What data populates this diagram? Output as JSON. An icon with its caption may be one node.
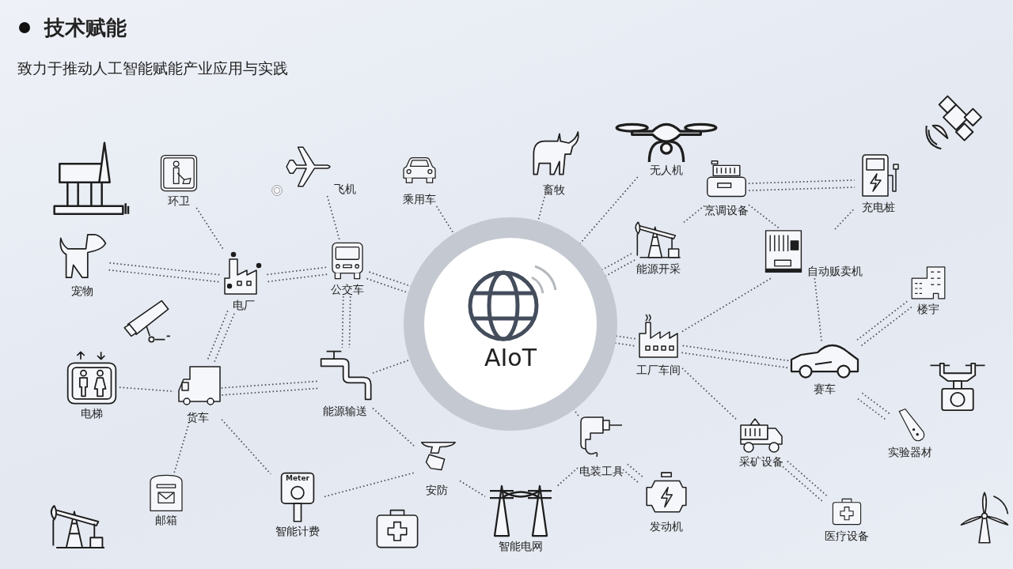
{
  "diagram": {
    "title": "技术赋能",
    "nodes": [
      {
        "text": [
          "AIoT"
        ]
      },
      {
        "text": [
          "环卫"
        ]
      },
      {
        "text": [
          "飞机"
        ]
      },
      {
        "text": [
          "乘用车"
        ]
      },
      {
        "text": [
          "畜牧"
        ]
      },
      {
        "text": [
          "无人机"
        ]
      },
      {
        "text": [
          "烹调设备"
        ]
      },
      {
        "text": [
          "充电桩"
        ]
      },
      {
        "text": [
          "宠物"
        ]
      },
      {
        "text": [
          "电厂"
        ]
      },
      {
        "text": [
          "公交车"
        ]
      },
      {
        "text": [
          "能源开采"
        ]
      },
      {
        "text": [
          "自动贩卖机"
        ]
      },
      {
        "text": [
          "楼宇"
        ]
      },
      {
        "text": [
          "工厂车间"
        ]
      },
      {
        "text": [
          "赛车"
        ]
      },
      {
        "text": [
          "电梯"
        ]
      },
      {
        "text": [
          "货车"
        ]
      },
      {
        "text": [
          "能源输送"
        ]
      },
      {
        "text": [
          "电装工具"
        ]
      },
      {
        "text": [
          "安防"
        ]
      },
      {
        "text": [
          "采矿设备"
        ]
      },
      {
        "text": [
          "实验器材"
        ]
      },
      {
        "text": [
          "邮箱"
        ]
      },
      {
        "text": [
          "Meter",
          "智能计费"
        ]
      },
      {
        "text": [
          "智能电网"
        ]
      },
      {
        "text": [
          "发动机"
        ]
      },
      {
        "text": [
          "医疗设备"
        ]
      },
      {
        "text": [],
        "shape": "picture"
      },
      {
        "text": [],
        "shape": "circle"
      },
      {
        "text": [],
        "shape": "picture"
      },
      {
        "text": [],
        "shape": "picture"
      },
      {
        "text": [],
        "shape": "picture"
      },
      {
        "text": [],
        "shape": "picture"
      },
      {
        "text": [],
        "shape": "picture"
      },
      {
        "text": [],
        "shape": "picture"
      }
    ],
    "edges": [
      {
        "from": 3,
        "to": 0,
        "arrow": "none"
      },
      {
        "from": 4,
        "to": 0,
        "arrow": "none"
      },
      {
        "from": 5,
        "to": 0,
        "arrow": "none"
      },
      {
        "from": 11,
        "to": 0,
        "arrow": "none"
      },
      {
        "from": 11,
        "to": 0,
        "arrow": "none"
      },
      {
        "from": 10,
        "to": 0,
        "arrow": "none"
      },
      {
        "from": 10,
        "to": 0,
        "arrow": "none"
      },
      {
        "from": 9,
        "to": 10,
        "arrow": "none"
      },
      {
        "from": 9,
        "to": 10,
        "arrow": "none"
      },
      {
        "from": 2,
        "to": 10,
        "arrow": "none"
      },
      {
        "from": 10,
        "to": 18,
        "arrow": "none"
      },
      {
        "from": 10,
        "to": 18,
        "arrow": "none"
      },
      {
        "from": 1,
        "to": 9,
        "arrow": "none"
      },
      {
        "from": 8,
        "to": 9,
        "arrow": "none"
      },
      {
        "from": 8,
        "to": 9,
        "arrow": "none"
      },
      {
        "from": 9,
        "to": 17,
        "arrow": "none"
      },
      {
        "from": 9,
        "to": 17,
        "arrow": "none"
      },
      {
        "from": 23,
        "to": 17,
        "arrow": "none"
      },
      {
        "from": 16,
        "to": 17,
        "arrow": "none"
      },
      {
        "from": 17,
        "to": 18,
        "arrow": "none"
      },
      {
        "from": 17,
        "to": 18,
        "arrow": "none"
      },
      {
        "from": 17,
        "to": 24,
        "arrow": "none"
      },
      {
        "from": 18,
        "to": 0,
        "arrow": "none"
      },
      {
        "from": 18,
        "to": 20,
        "arrow": "none"
      },
      {
        "from": 24,
        "to": 20,
        "arrow": "none"
      },
      {
        "from": 20,
        "to": 25,
        "arrow": "none"
      },
      {
        "from": 19,
        "to": 0,
        "arrow": "none"
      },
      {
        "from": 19,
        "to": 25,
        "arrow": "none"
      },
      {
        "from": 19,
        "to": 26,
        "arrow": "none"
      },
      {
        "from": 19,
        "to": 26,
        "arrow": "none"
      },
      {
        "from": 14,
        "to": 0,
        "arrow": "none"
      },
      {
        "from": 14,
        "to": 0,
        "arrow": "none"
      },
      {
        "from": 14,
        "to": 15,
        "arrow": "none"
      },
      {
        "from": 14,
        "to": 15,
        "arrow": "none"
      },
      {
        "from": 14,
        "to": 21,
        "arrow": "none"
      },
      {
        "from": 14,
        "to": 12,
        "arrow": "none"
      },
      {
        "from": 11,
        "to": 6,
        "arrow": "none"
      },
      {
        "from": 6,
        "to": 7,
        "arrow": "none"
      },
      {
        "from": 6,
        "to": 7,
        "arrow": "none"
      },
      {
        "from": 6,
        "to": 12,
        "arrow": "none"
      },
      {
        "from": 12,
        "to": 7,
        "arrow": "none"
      },
      {
        "from": 12,
        "to": 15,
        "arrow": "none"
      },
      {
        "from": 13,
        "to": 15,
        "arrow": "none"
      },
      {
        "from": 13,
        "to": 15,
        "arrow": "none"
      },
      {
        "from": 15,
        "to": 22,
        "arrow": "none"
      },
      {
        "from": 15,
        "to": 22,
        "arrow": "none"
      },
      {
        "from": 21,
        "to": 27,
        "arrow": "none"
      },
      {
        "from": 21,
        "to": 27,
        "arrow": "none"
      }
    ],
    "labels": [
      "致力于推动人工智能赋能产业应用与实践"
    ]
  }
}
